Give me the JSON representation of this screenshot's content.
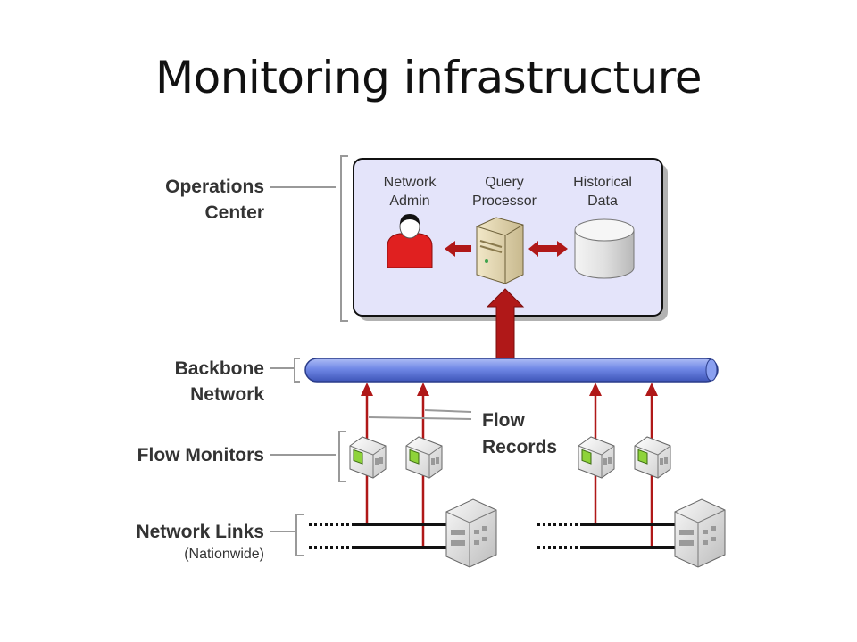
{
  "title": "Monitoring infrastructure",
  "labels": {
    "operations_line1": "Operations",
    "operations_line2": "Center",
    "backbone_line1": "Backbone",
    "backbone_line2": "Network",
    "flow_monitors": "Flow Monitors",
    "network_links": "Network Links",
    "network_links_sub": "(Nationwide)",
    "flow_records_line1": "Flow",
    "flow_records_line2": "Records"
  },
  "operations_center": {
    "network_admin_line1": "Network",
    "network_admin_line2": "Admin",
    "query_processor_line1": "Query",
    "query_processor_line2": "Processor",
    "historical_data_line1": "Historical",
    "historical_data_line2": "Data"
  },
  "colors": {
    "arrow": "#b01818",
    "admin": "#e02020",
    "ops_box_fill": "#e4e4fa",
    "backbone": "#7088e6",
    "bracket": "#999999"
  },
  "icons": [
    "person-icon",
    "server-icon",
    "database-icon",
    "flow-monitor-icon",
    "router-icon"
  ]
}
